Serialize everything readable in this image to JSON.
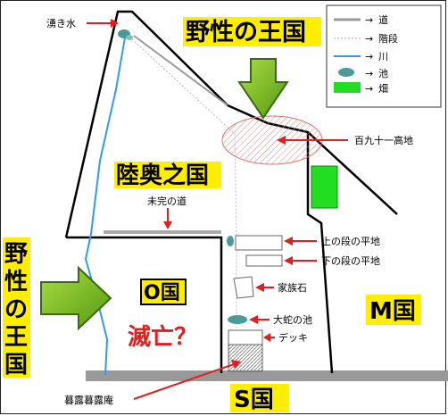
{
  "legend": {
    "items": [
      {
        "label": "道",
        "symbol": "road"
      },
      {
        "label": "階段",
        "symbol": "stairs"
      },
      {
        "label": "川",
        "symbol": "river"
      },
      {
        "label": "池",
        "symbol": "pond"
      },
      {
        "label": "畑",
        "symbol": "field"
      }
    ],
    "arrow": "→"
  },
  "regions": {
    "wild_kingdom_top": "野性の王国",
    "wild_kingdom_left": [
      "野",
      "性",
      "の",
      "王",
      "国"
    ],
    "mutsu": "陸奥之国",
    "o_country": "O国",
    "m_country": "M国",
    "s_country": "S国",
    "extinct": "滅亡？"
  },
  "labels": {
    "spring": "湧き水",
    "hill": "百九十一高地",
    "unfinished_road": "未完の道",
    "upper_terrace": "上の段の平地",
    "lower_terrace": "下の段の平地",
    "family_stone": "家族石",
    "snake_pond": "大蛇の池",
    "deck": "デッキ",
    "hut": "暮露暮露庵"
  },
  "colors": {
    "banner": "#ffee00",
    "river": "#3399ee",
    "field": "#22dd22",
    "arrow_green": "#77bb22",
    "arrow_red": "#e02020",
    "road": "#999999",
    "hill": "#f0a0a0"
  }
}
